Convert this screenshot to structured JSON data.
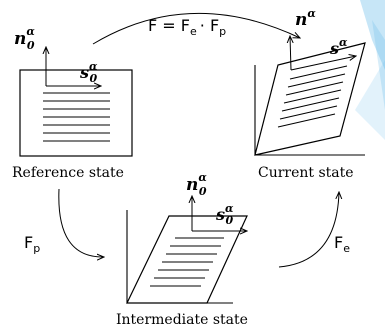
{
  "colors": {
    "stroke": "#000000",
    "accent": "#5fb8e8",
    "background": "#ffffff"
  },
  "labels": {
    "reference_state": "Reference state",
    "current_state": "Current state",
    "intermediate_state": "Intermediate state"
  },
  "maps": {
    "total_pre": "F = F",
    "total_e": "e",
    "total_dot": "· F",
    "total_p": "p",
    "plastic": "F",
    "plastic_sub": "p",
    "elastic": "F",
    "elastic_sub": "e"
  },
  "vectors": {
    "ref_normal": "n",
    "ref_normal_sub": "0",
    "ref_normal_sup": "α",
    "ref_slip": "s",
    "ref_slip_sub": "0",
    "ref_slip_sup": "α",
    "cur_normal": "n",
    "cur_normal_sup": "α",
    "cur_slip": "s",
    "cur_slip_sup": "α",
    "int_normal": "n",
    "int_normal_sub": "0",
    "int_normal_sup": "α",
    "int_slip": "s",
    "int_slip_sub": "0",
    "int_slip_sup": "α"
  }
}
